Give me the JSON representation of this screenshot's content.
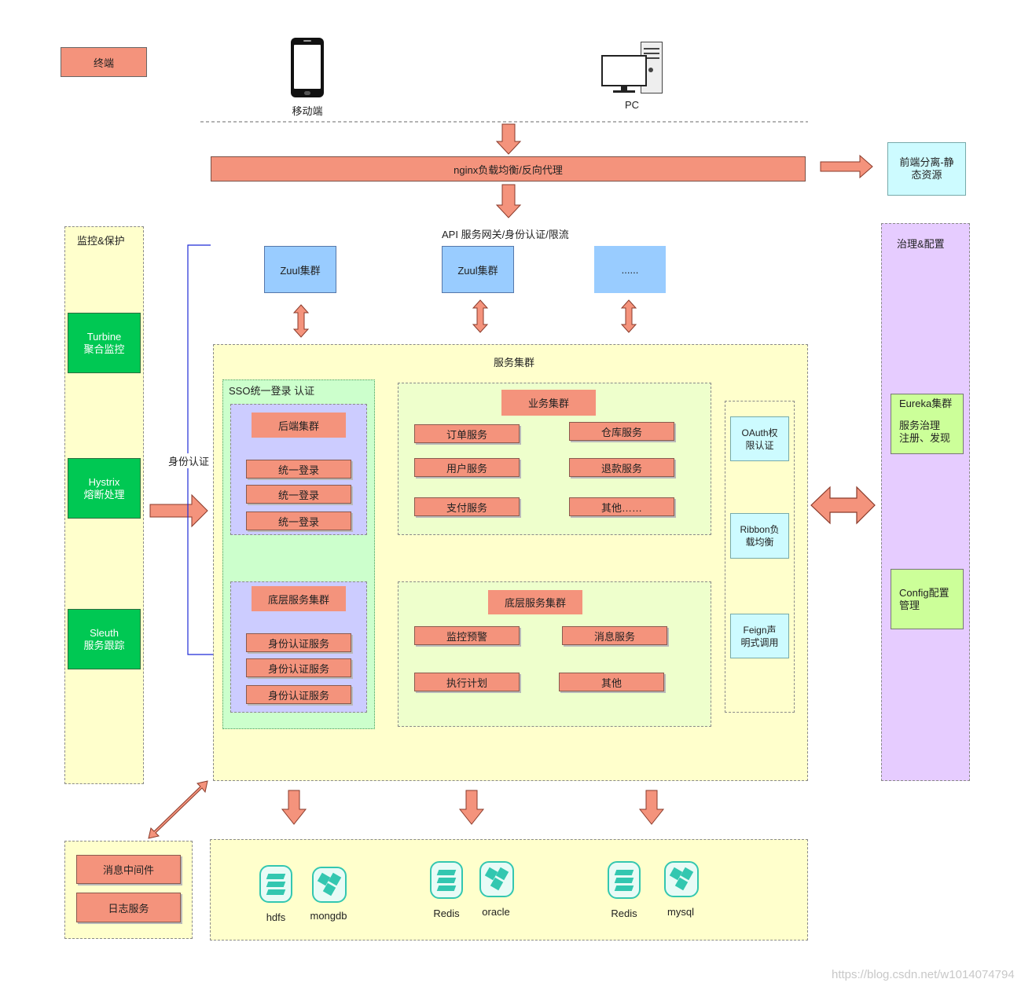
{
  "legend": {
    "terminal": "终端"
  },
  "devices": {
    "mobile": "移动端",
    "pc": "PC"
  },
  "nginx": "nginx负载均衡/反向代理",
  "frontend": "前端分离-静态资源",
  "gateway": {
    "label": "API 服务网关/身份认证/限流",
    "zuul1": "Zuul集群",
    "zuul2": "Zuul集群",
    "more": "......"
  },
  "auth_label": "身份认证",
  "monitor": {
    "title": "监控&保护",
    "turbine": [
      "Turbine",
      "聚合监控"
    ],
    "hystrix": [
      "Hystrix",
      "熔断处理"
    ],
    "sleuth": [
      "Sleuth",
      "服务跟踪"
    ]
  },
  "governance": {
    "title": "治理&配置",
    "eureka": [
      "Eureka集群",
      "",
      "服务治理",
      "注册、发现"
    ],
    "config": [
      "Config配置",
      "管理"
    ]
  },
  "service_cluster": {
    "title": "服务集群",
    "sso": {
      "title": "SSO统一登录 认证",
      "backend": {
        "title": "后端集群",
        "items": [
          "统一登录",
          "统一登录",
          "统一登录"
        ]
      },
      "base": {
        "title": "底层服务集群",
        "items": [
          "身份认证服务",
          "身份认证服务",
          "身份认证服务"
        ]
      }
    },
    "business": {
      "title": "业务集群",
      "items": [
        "订单服务",
        "仓库服务",
        "用户服务",
        "退款服务",
        "支付服务",
        "其他……"
      ]
    },
    "base_services": {
      "title": "底层服务集群",
      "items": [
        "监控预警",
        "消息服务",
        "执行计划",
        "其他"
      ]
    },
    "components": {
      "oauth": [
        "OAuth权",
        "限认证"
      ],
      "ribbon": [
        "Ribbon负",
        "载均衡"
      ],
      "feign": [
        "Feign声",
        "明式调用"
      ]
    }
  },
  "middleware": {
    "mq": "消息中间件",
    "log": "日志服务"
  },
  "storage": [
    "hdfs",
    "mongdb",
    "Redis",
    "oracle",
    "Redis",
    "mysql"
  ],
  "watermark": "https://blog.csdn.net/w1014074794",
  "colors": {
    "salmon": "#f4937c",
    "yellow_bg": "#ffffcc",
    "purple_bg": "#e6ccff",
    "sso_green": "#ccffcc",
    "lavender": "#ccccff",
    "biz_bg": "#eeffcc",
    "green": "#00c853",
    "cyan": "#cdfbff",
    "blue": "#99ccff",
    "teal": "#33c7b0"
  }
}
